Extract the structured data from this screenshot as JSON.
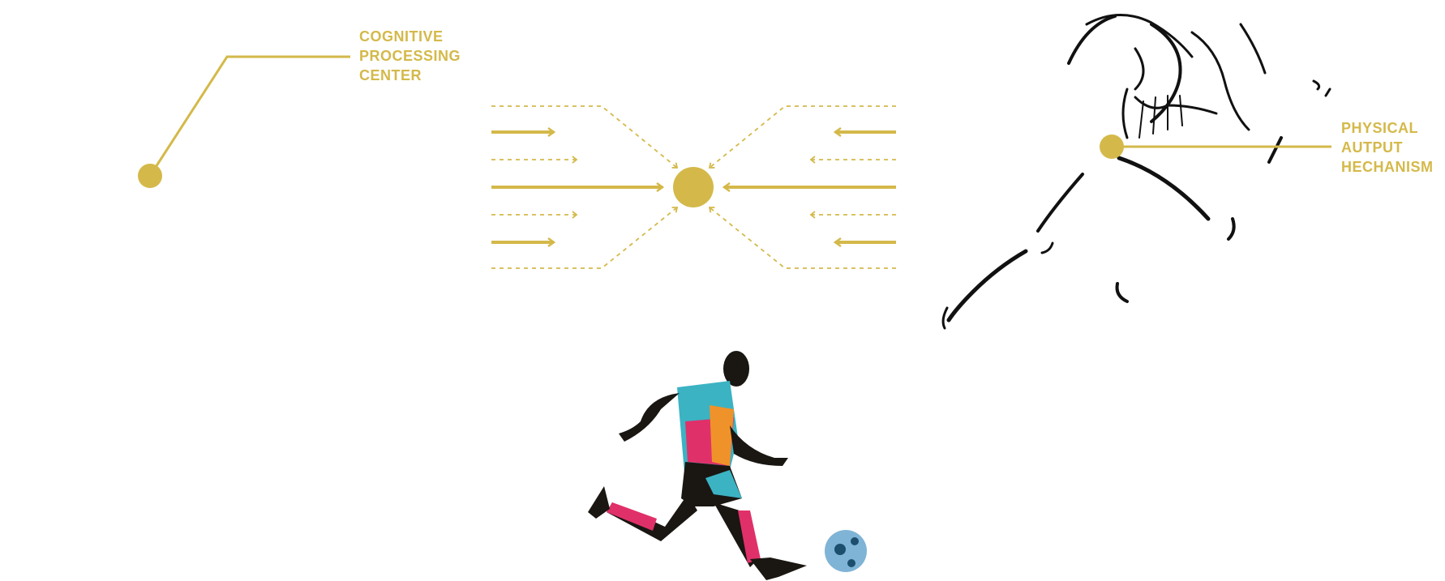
{
  "labels": {
    "cognitive": [
      "COGNITIVE",
      "PROCESSING",
      "CENTER"
    ],
    "physical": [
      "PHYSICAL",
      "AUTPUT",
      "HECHANISM"
    ]
  },
  "colors": {
    "accent": "#d4b94a",
    "ink": "#111111",
    "jersey_cyan": "#3bb3c3",
    "jersey_pink": "#e0306a",
    "jersey_orange": "#f0922a",
    "ball": "#7fb4d6"
  },
  "icons": {
    "left_figure": "runner-sketch-icon",
    "bottom_figure": "soccer-player-icon"
  }
}
